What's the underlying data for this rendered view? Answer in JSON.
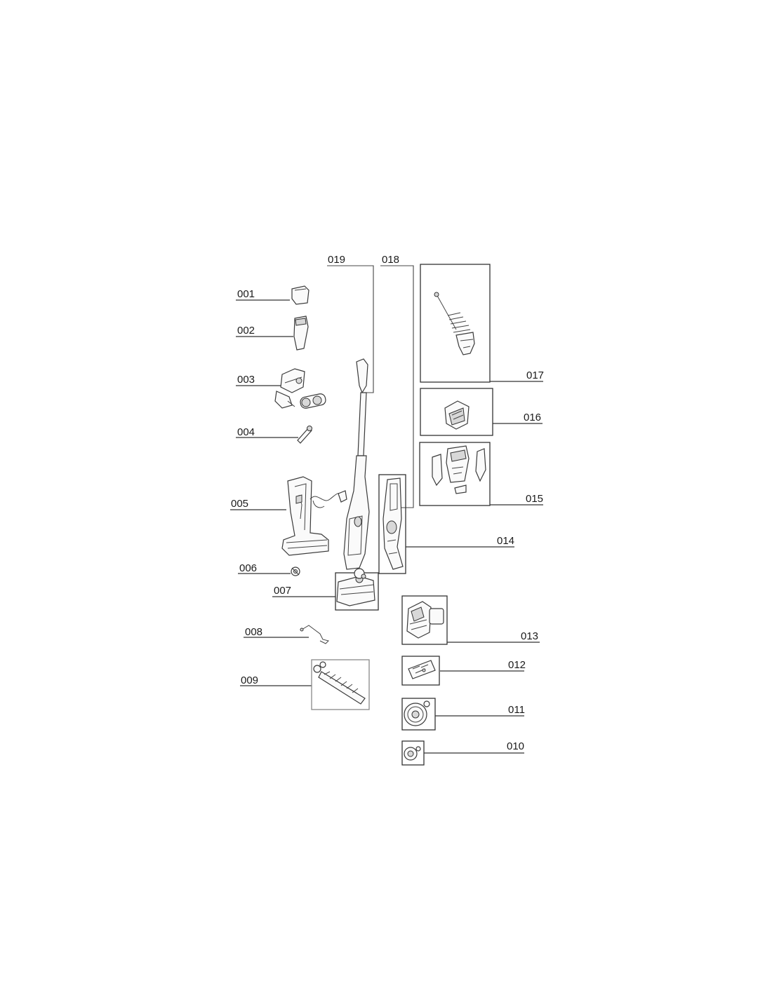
{
  "diagram": {
    "labels": {
      "p001": "001",
      "p002": "002",
      "p003": "003",
      "p004": "004",
      "p005": "005",
      "p006": "006",
      "p007": "007",
      "p008": "008",
      "p009": "009",
      "p010": "010",
      "p011": "011",
      "p012": "012",
      "p013": "013",
      "p014": "014",
      "p015": "015",
      "p016": "016",
      "p017": "017",
      "p018": "018",
      "p019": "019"
    }
  }
}
